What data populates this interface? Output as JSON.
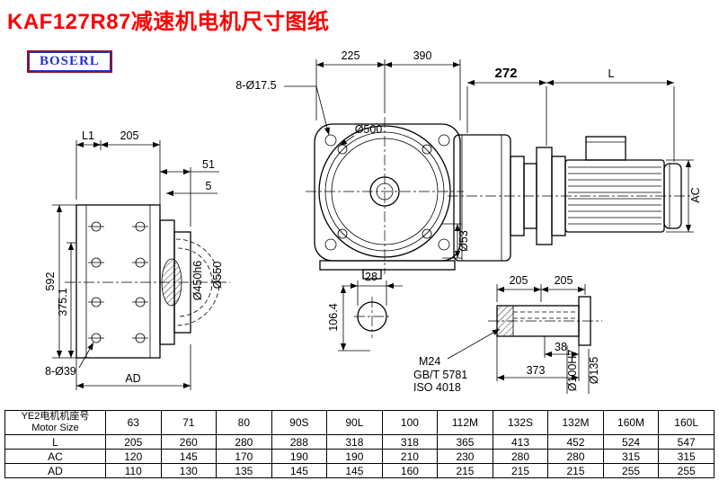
{
  "title": "KAF127R87减速机电机尺寸图纸",
  "logo": "BOSERL",
  "colors": {
    "title_red": "#fe0000",
    "logo_blue": "#2233cc",
    "line": "#000000"
  },
  "drawing": {
    "left": {
      "l1": "L1",
      "w205": "205",
      "f51": "51",
      "f5": "5",
      "h592": "592",
      "h375": "375.1",
      "bolts": "8-Ø39",
      "ad": "AD",
      "d450": "Ø450h6",
      "d550": "Ø550"
    },
    "front": {
      "w225": "225",
      "w390": "390",
      "bolts": "8-Ø17.5",
      "d500": "Ø500",
      "d53": "Ø53",
      "w28": "28",
      "h1064": "106.4"
    },
    "motor": {
      "d272": "272",
      "l": "L",
      "ac": "AC"
    },
    "shaft": {
      "p205a": "205",
      "p205b": "205",
      "l38": "38",
      "l373": "373",
      "thread": "M24",
      "std_gb": "GB/T 5781",
      "std_iso": "ISO 4018",
      "d100": "Ø100H7",
      "d135": "Ø135"
    }
  },
  "table": {
    "header_cn": "YE2电机机座号",
    "header_en": "Motor Size",
    "columns": [
      "63",
      "71",
      "80",
      "90S",
      "90L",
      "100",
      "112M",
      "132S",
      "132M",
      "160M",
      "160L"
    ],
    "rows": [
      {
        "label": "L",
        "values": [
          "205",
          "260",
          "280",
          "288",
          "318",
          "318",
          "365",
          "413",
          "452",
          "524",
          "547"
        ]
      },
      {
        "label": "AC",
        "values": [
          "120",
          "145",
          "170",
          "190",
          "190",
          "210",
          "230",
          "280",
          "280",
          "315",
          "315"
        ]
      },
      {
        "label": "AD",
        "values": [
          "110",
          "130",
          "135",
          "145",
          "145",
          "160",
          "215",
          "215",
          "215",
          "255",
          "255"
        ]
      }
    ]
  }
}
